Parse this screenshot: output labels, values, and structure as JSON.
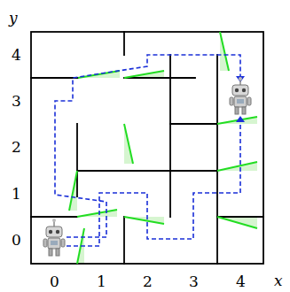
{
  "diagram": {
    "labels": [
      "y",
      "4",
      "3",
      "2",
      "1",
      "0",
      "0",
      "1",
      "2",
      "3",
      "4",
      "x"
    ]
  }
}
